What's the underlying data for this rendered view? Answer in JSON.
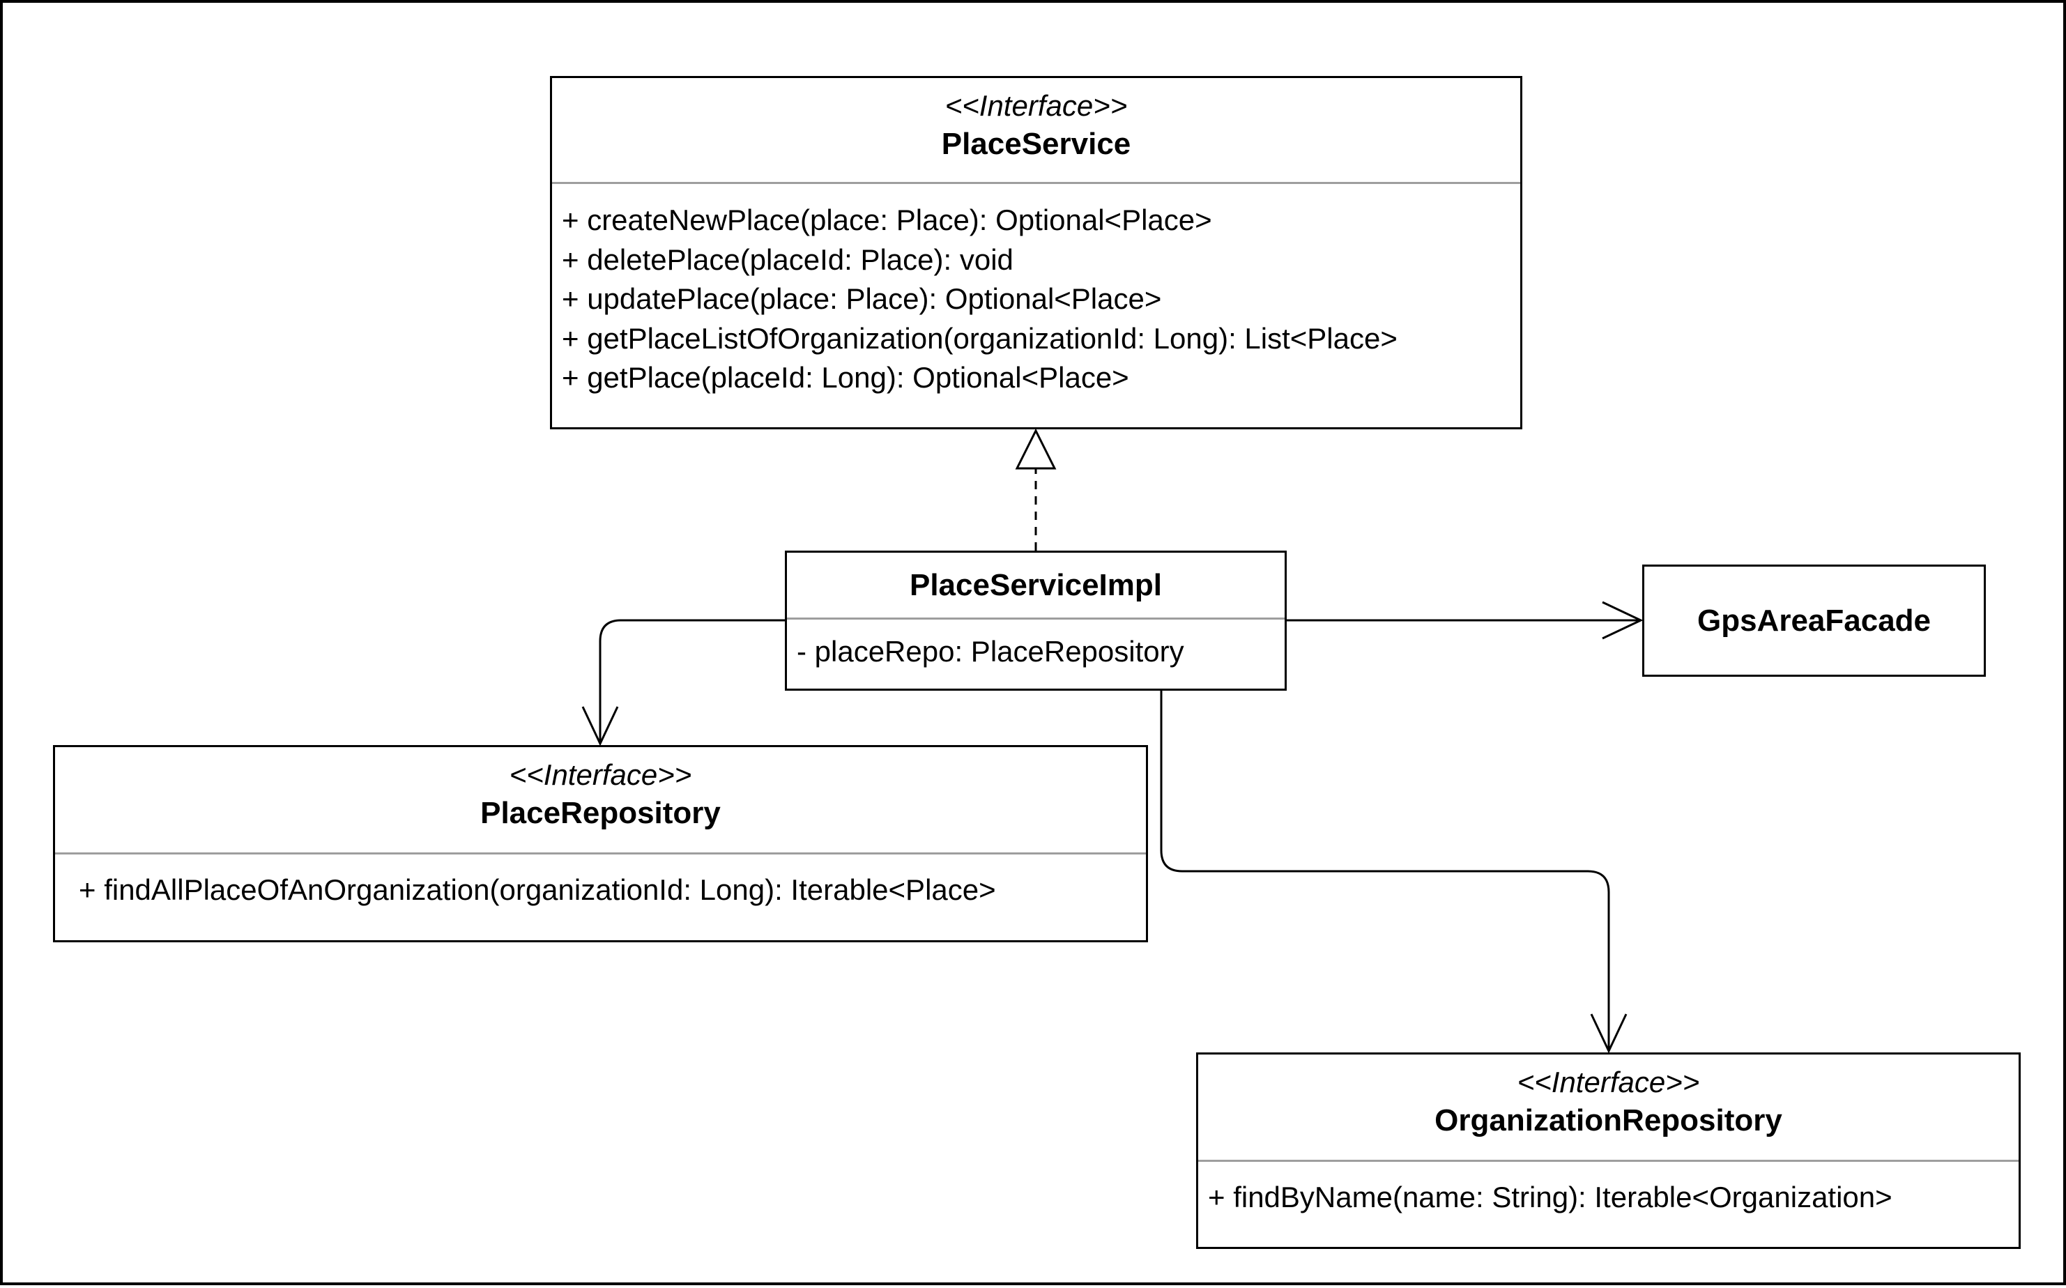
{
  "diagram": {
    "classes": {
      "place_service": {
        "stereotype": "<<Interface>>",
        "name": "PlaceService",
        "members": [
          "+ createNewPlace(place: Place): Optional<Place>",
          "+ deletePlace(placeId: Place): void",
          "+ updatePlace(place: Place): Optional<Place>",
          "+ getPlaceListOfOrganization(organizationId: Long): List<Place>",
          "+ getPlace(placeId: Long): Optional<Place>"
        ]
      },
      "place_service_impl": {
        "name": "PlaceServiceImpl",
        "members": [
          "- placeRepo: PlaceRepository"
        ]
      },
      "gps_area_facade": {
        "name": "GpsAreaFacade"
      },
      "place_repository": {
        "stereotype": "<<Interface>>",
        "name": "PlaceRepository",
        "members": [
          "+ findAllPlaceOfAnOrganization(organizationId: Long): Iterable<Place>"
        ]
      },
      "organization_repository": {
        "stereotype": "<<Interface>>",
        "name": "OrganizationRepository",
        "members": [
          "+ findByName(name: String): Iterable<Organization>"
        ]
      }
    },
    "relationships": [
      {
        "type": "realization",
        "from": "PlaceServiceImpl",
        "to": "PlaceService"
      },
      {
        "type": "association",
        "from": "PlaceServiceImpl",
        "to": "PlaceRepository"
      },
      {
        "type": "association",
        "from": "PlaceServiceImpl",
        "to": "GpsAreaFacade"
      },
      {
        "type": "association",
        "from": "PlaceServiceImpl",
        "to": "OrganizationRepository"
      }
    ]
  }
}
